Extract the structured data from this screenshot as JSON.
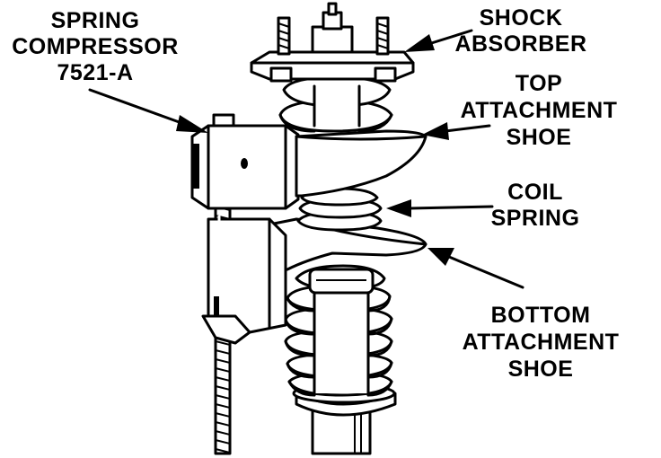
{
  "labels": {
    "spring_compressor": [
      "SPRING",
      "COMPRESSOR",
      "7521-A"
    ],
    "shock_absorber": [
      "SHOCK",
      "ABSORBER"
    ],
    "top_attachment_shoe": [
      "TOP",
      "ATTACHMENT",
      "SHOE"
    ],
    "coil_spring": [
      "COIL",
      "SPRING"
    ],
    "bottom_attachment_shoe": [
      "BOTTOM",
      "ATTACHMENT",
      "SHOE"
    ]
  },
  "colors": {
    "ink": "#000000",
    "background": "#ffffff"
  }
}
